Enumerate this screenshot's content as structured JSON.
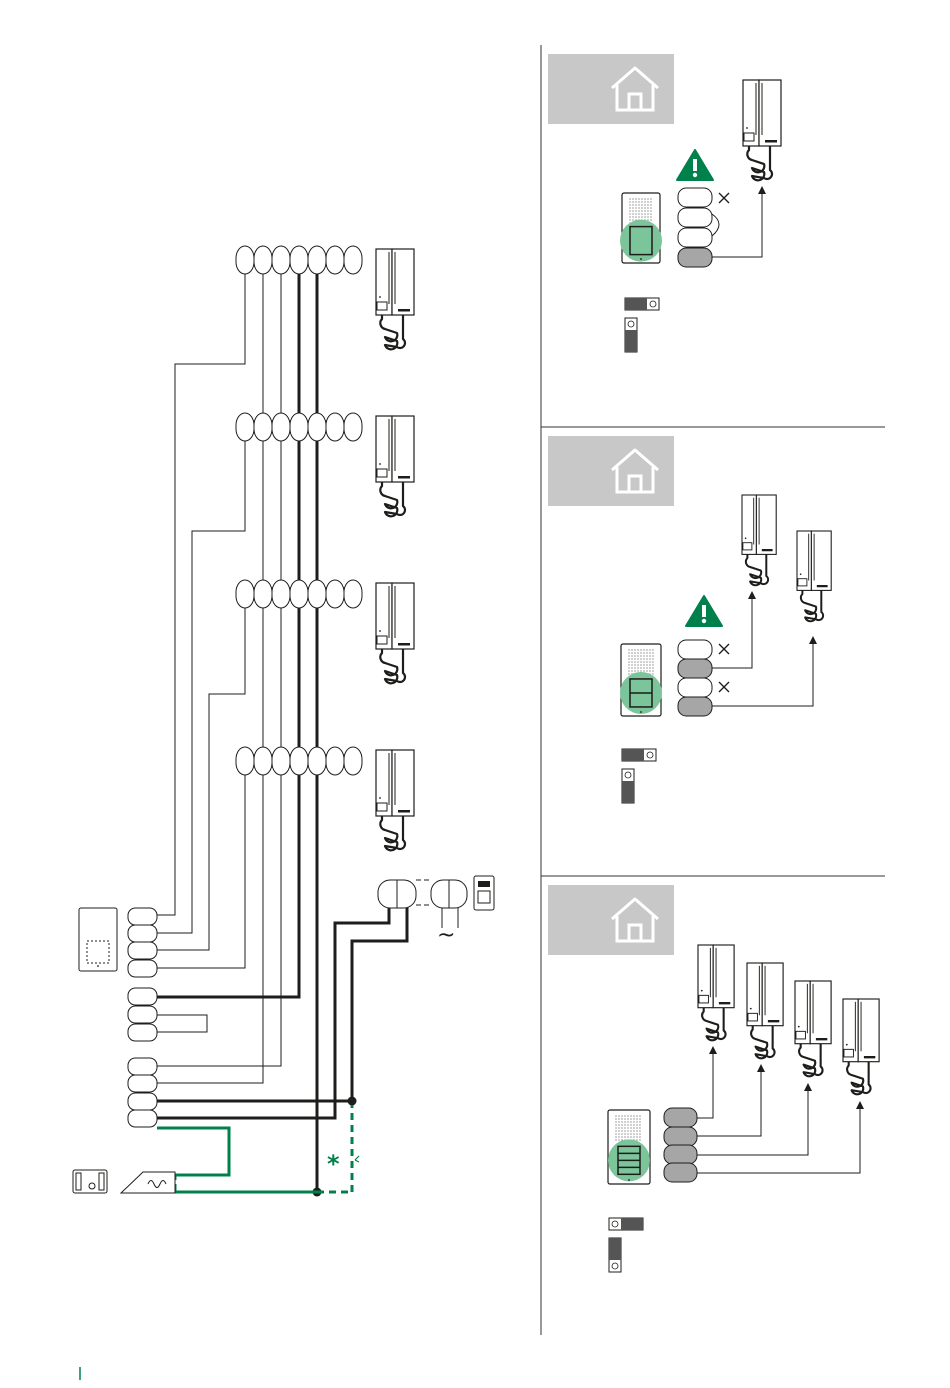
{
  "diagram": {
    "asterisk_label": "*",
    "ac_symbol": "~",
    "colors": {
      "line": "#1d1d1b",
      "accent_green": "#00804a",
      "light_green": "#7cc49a",
      "panel_grey": "#c8c8c9",
      "terminal_grey": "#a6a6a6"
    },
    "icons": [
      "house-icon",
      "warning-icon",
      "handset-icon",
      "door-panel-icon",
      "power-supply-icon",
      "lock-icon",
      "dip-switch-icon"
    ],
    "panels": [
      {
        "id": "config-a",
        "warning": true,
        "handsets": 1,
        "dip_switch": "left-on"
      },
      {
        "id": "config-b",
        "warning": true,
        "handsets": 2,
        "dip_switch": "left-on"
      },
      {
        "id": "config-c",
        "warning": false,
        "handsets": 4,
        "dip_switch": "right-on"
      }
    ]
  }
}
